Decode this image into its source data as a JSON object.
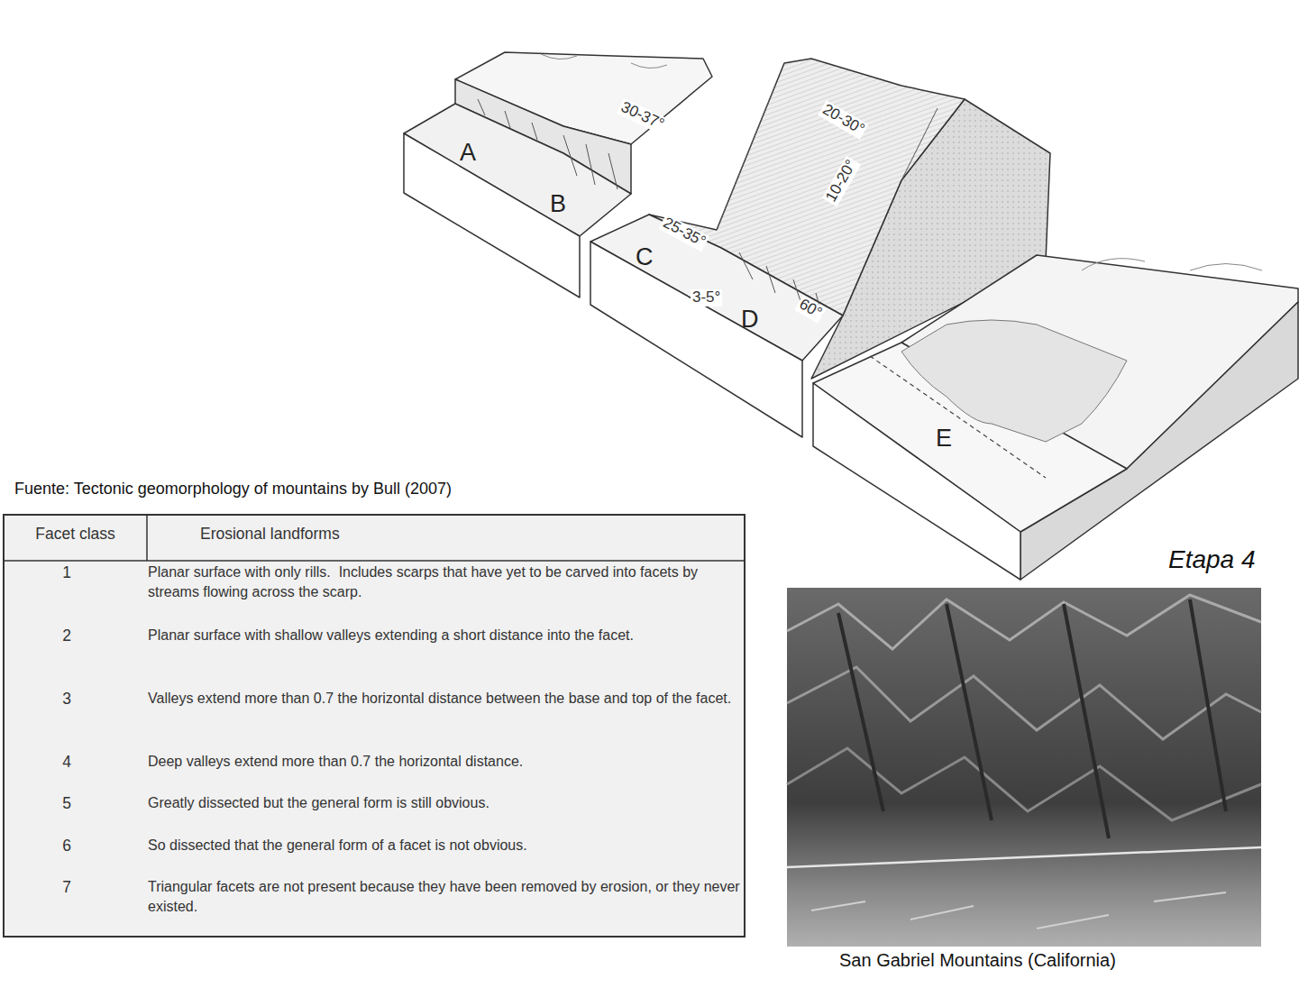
{
  "diagram": {
    "labels": [
      "30-37°",
      "20-30°",
      "10-20°",
      "25-35°",
      "3-5°",
      "60°",
      "A",
      "B",
      "C",
      "D",
      "E",
      "Fuente: Tectonic geomorphology of mountains by Bull (2007)",
      "Facet class",
      "Erosional landforms",
      "1",
      "Planar surface with only rills.  Includes scarps that have yet to be carved into facets by streams flowing across the scarp.",
      "2",
      "Planar surface with shallow valleys extending a short distance into the facet.",
      "3",
      "Valleys extend more than 0.7 the horizontal distance between the base and top of the facet.",
      "4",
      "Deep valleys extend more than 0.7 the horizontal distance.",
      "5",
      "Greatly dissected but the general form is still obvious.",
      "6",
      "So dissected that the general form of a facet is not obvious.",
      "7",
      "Triangular facets are not present because they have been removed by erosion, or they never existed.",
      "Etapa 4",
      "San Gabriel Mountains (California)"
    ]
  }
}
